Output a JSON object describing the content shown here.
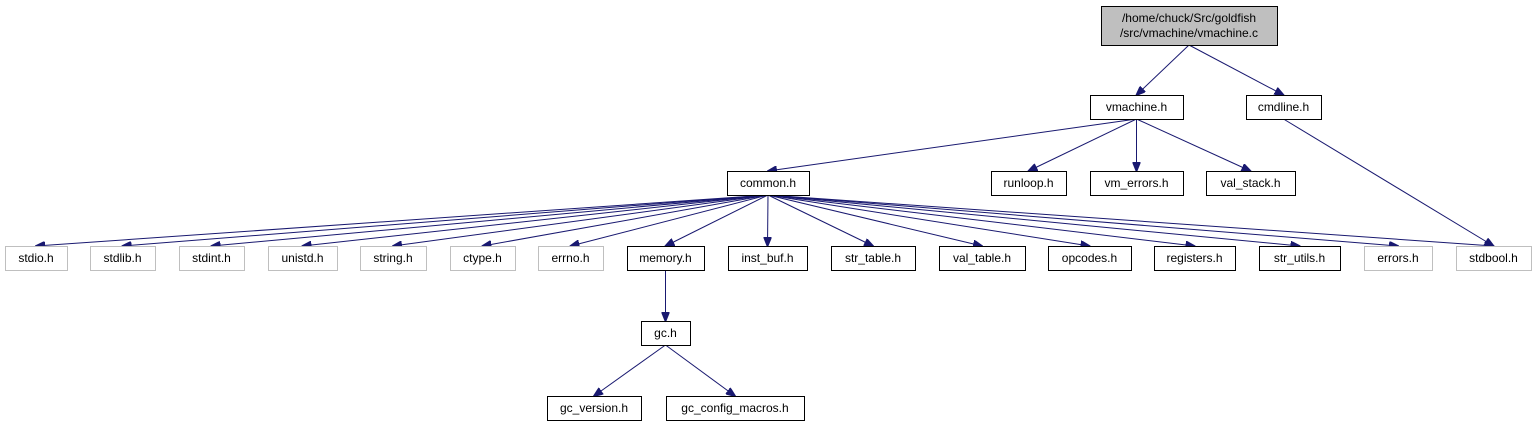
{
  "diagram": {
    "type": "include-dependency-graph",
    "colors": {
      "edge": "#191970",
      "root_fill": "#bfbfbf",
      "system_border": "#bfbfbf",
      "local_border": "#000000"
    },
    "nodes": [
      {
        "id": "root",
        "kind": "root",
        "lines": [
          "/home/chuck/Src/goldfish",
          "/src/vmachine/vmachine.c"
        ]
      },
      {
        "id": "vmachine_h",
        "kind": "local",
        "lines": [
          "vmachine.h"
        ]
      },
      {
        "id": "cmdline_h",
        "kind": "local",
        "lines": [
          "cmdline.h"
        ]
      },
      {
        "id": "common_h",
        "kind": "local",
        "lines": [
          "common.h"
        ]
      },
      {
        "id": "runloop_h",
        "kind": "local",
        "lines": [
          "runloop.h"
        ]
      },
      {
        "id": "vm_errors_h",
        "kind": "local",
        "lines": [
          "vm_errors.h"
        ]
      },
      {
        "id": "val_stack_h",
        "kind": "local",
        "lines": [
          "val_stack.h"
        ]
      },
      {
        "id": "stdio_h",
        "kind": "system",
        "lines": [
          "stdio.h"
        ]
      },
      {
        "id": "stdlib_h",
        "kind": "system",
        "lines": [
          "stdlib.h"
        ]
      },
      {
        "id": "stdint_h",
        "kind": "system",
        "lines": [
          "stdint.h"
        ]
      },
      {
        "id": "unistd_h",
        "kind": "system",
        "lines": [
          "unistd.h"
        ]
      },
      {
        "id": "string_h",
        "kind": "system",
        "lines": [
          "string.h"
        ]
      },
      {
        "id": "ctype_h",
        "kind": "system",
        "lines": [
          "ctype.h"
        ]
      },
      {
        "id": "errno_h",
        "kind": "system",
        "lines": [
          "errno.h"
        ]
      },
      {
        "id": "memory_h",
        "kind": "local",
        "lines": [
          "memory.h"
        ]
      },
      {
        "id": "inst_buf_h",
        "kind": "local",
        "lines": [
          "inst_buf.h"
        ]
      },
      {
        "id": "str_table_h",
        "kind": "local",
        "lines": [
          "str_table.h"
        ]
      },
      {
        "id": "val_table_h",
        "kind": "local",
        "lines": [
          "val_table.h"
        ]
      },
      {
        "id": "opcodes_h",
        "kind": "local",
        "lines": [
          "opcodes.h"
        ]
      },
      {
        "id": "registers_h",
        "kind": "local",
        "lines": [
          "registers.h"
        ]
      },
      {
        "id": "str_utils_h",
        "kind": "local",
        "lines": [
          "str_utils.h"
        ]
      },
      {
        "id": "errors_h",
        "kind": "system",
        "lines": [
          "errors.h"
        ]
      },
      {
        "id": "stdbool_h",
        "kind": "system",
        "lines": [
          "stdbool.h"
        ]
      },
      {
        "id": "gc_h",
        "kind": "local",
        "lines": [
          "gc.h"
        ]
      },
      {
        "id": "gc_version_h",
        "kind": "local",
        "lines": [
          "gc_version.h"
        ]
      },
      {
        "id": "gc_config_macros_h",
        "kind": "local",
        "lines": [
          "gc_config_macros.h"
        ]
      }
    ],
    "edges": [
      [
        "root",
        "vmachine_h"
      ],
      [
        "root",
        "cmdline_h"
      ],
      [
        "vmachine_h",
        "common_h"
      ],
      [
        "vmachine_h",
        "runloop_h"
      ],
      [
        "vmachine_h",
        "vm_errors_h"
      ],
      [
        "vmachine_h",
        "val_stack_h"
      ],
      [
        "cmdline_h",
        "stdbool_h"
      ],
      [
        "common_h",
        "stdio_h"
      ],
      [
        "common_h",
        "stdlib_h"
      ],
      [
        "common_h",
        "stdint_h"
      ],
      [
        "common_h",
        "unistd_h"
      ],
      [
        "common_h",
        "string_h"
      ],
      [
        "common_h",
        "ctype_h"
      ],
      [
        "common_h",
        "errno_h"
      ],
      [
        "common_h",
        "memory_h"
      ],
      [
        "common_h",
        "inst_buf_h"
      ],
      [
        "common_h",
        "str_table_h"
      ],
      [
        "common_h",
        "val_table_h"
      ],
      [
        "common_h",
        "opcodes_h"
      ],
      [
        "common_h",
        "registers_h"
      ],
      [
        "common_h",
        "str_utils_h"
      ],
      [
        "common_h",
        "errors_h"
      ],
      [
        "common_h",
        "stdbool_h"
      ],
      [
        "memory_h",
        "gc_h"
      ],
      [
        "gc_h",
        "gc_version_h"
      ],
      [
        "gc_h",
        "gc_config_macros_h"
      ]
    ]
  }
}
